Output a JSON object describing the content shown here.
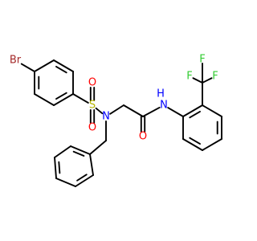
{
  "molecule": {
    "atoms": [
      {
        "id": "Br",
        "symbol": "Br",
        "color": "#A52A2A"
      },
      {
        "id": "S",
        "symbol": "S",
        "color": "#B8B800"
      },
      {
        "id": "O1",
        "symbol": "O",
        "color": "#FF0000"
      },
      {
        "id": "O2",
        "symbol": "O",
        "color": "#FF0000"
      },
      {
        "id": "N1",
        "symbol": "N",
        "color": "#0000FF"
      },
      {
        "id": "O3",
        "symbol": "O",
        "color": "#FF0000"
      },
      {
        "id": "N2",
        "symbol": "N",
        "color": "#0000FF"
      },
      {
        "id": "H2",
        "symbol": "H",
        "color": "#0000FF"
      },
      {
        "id": "F1",
        "symbol": "F",
        "color": "#33CC33"
      },
      {
        "id": "F2",
        "symbol": "F",
        "color": "#33CC33"
      },
      {
        "id": "F3",
        "symbol": "F",
        "color": "#33CC33"
      }
    ]
  }
}
